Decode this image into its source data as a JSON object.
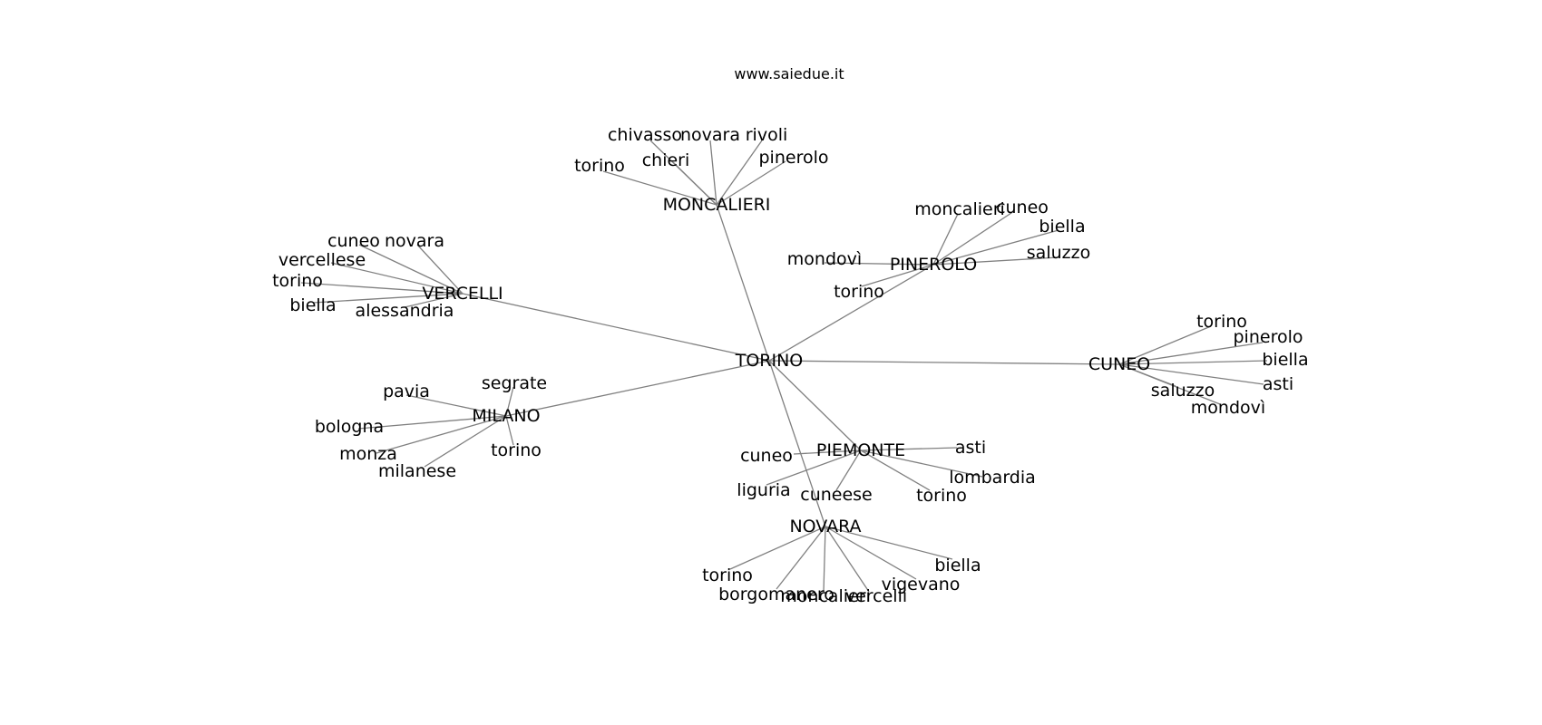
{
  "title": "www.saiedue.it",
  "colors": {
    "edge": "#808080",
    "text": "#000000",
    "background": "#ffffff"
  },
  "graph": {
    "hubs": [
      {
        "id": "TORINO",
        "label": "TORINO"
      },
      {
        "id": "MONCALIERI",
        "label": "MONCALIERI"
      },
      {
        "id": "PINEROLO",
        "label": "PINEROLO"
      },
      {
        "id": "VERCELLI",
        "label": "VERCELLI"
      },
      {
        "id": "CUNEO",
        "label": "CUNEO"
      },
      {
        "id": "MILANO",
        "label": "MILANO"
      },
      {
        "id": "PIEMONTE",
        "label": "PIEMONTE"
      },
      {
        "id": "NOVARA",
        "label": "NOVARA"
      }
    ],
    "hub_links": [
      [
        "TORINO",
        "MONCALIERI"
      ],
      [
        "TORINO",
        "PINEROLO"
      ],
      [
        "TORINO",
        "VERCELLI"
      ],
      [
        "TORINO",
        "CUNEO"
      ],
      [
        "TORINO",
        "MILANO"
      ],
      [
        "TORINO",
        "PIEMONTE"
      ],
      [
        "TORINO",
        "NOVARA"
      ]
    ],
    "leaves": {
      "MONCALIERI": [
        "chivasso",
        "novara",
        "rivoli",
        "chieri",
        "pinerolo",
        "torino"
      ],
      "PINEROLO": [
        "moncalieri",
        "cuneo",
        "biella",
        "saluzzo",
        "mondovì",
        "torino"
      ],
      "VERCELLI": [
        "cuneo",
        "novara",
        "vercellese",
        "torino",
        "biella",
        "alessandria"
      ],
      "CUNEO": [
        "torino",
        "pinerolo",
        "biella",
        "asti",
        "saluzzo",
        "mondovì"
      ],
      "MILANO": [
        "segrate",
        "pavia",
        "bologna",
        "monza",
        "milanese",
        "torino"
      ],
      "PIEMONTE": [
        "cuneo",
        "asti",
        "liguria",
        "cuneese",
        "lombardia",
        "torino"
      ],
      "NOVARA": [
        "torino",
        "borgomanero",
        "moncalieri",
        "vercelli",
        "vigevano",
        "biella"
      ]
    }
  }
}
